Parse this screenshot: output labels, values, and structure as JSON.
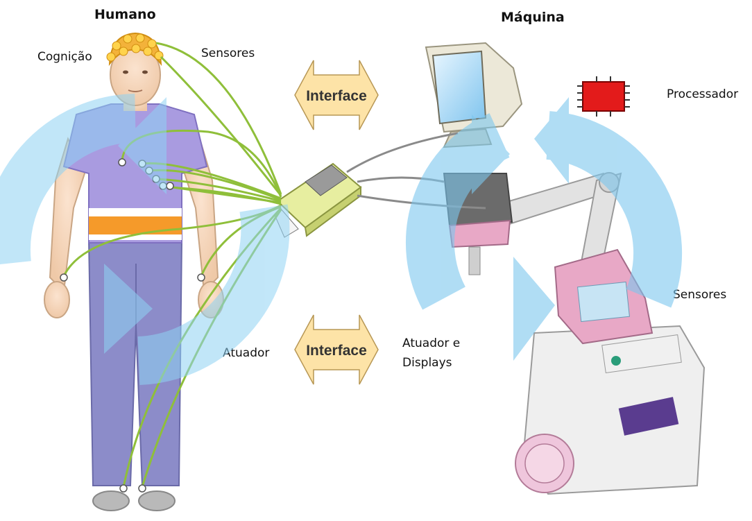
{
  "headers": {
    "human": "Humano",
    "machine": "Máquina"
  },
  "labels": {
    "cognition": "Cognição",
    "sensors_human": "Sensores",
    "actuator_human": "Atuador",
    "processor": "Processador",
    "sensors_machine": "Sensores",
    "actuator_displays_line1": "Atuador e",
    "actuator_displays_line2": "Displays"
  },
  "interfaces": {
    "top": "Interface",
    "bottom": "Interface"
  },
  "colors": {
    "loop_arrow": "#8fd3f4",
    "interface_arrow": "#fde3a7",
    "wire": "#8fbf3a",
    "shirt": "#a99be0",
    "pants": "#8c8cc9",
    "machine_pink": "#e8a8c6",
    "processor_chip": "#e31b1b"
  }
}
